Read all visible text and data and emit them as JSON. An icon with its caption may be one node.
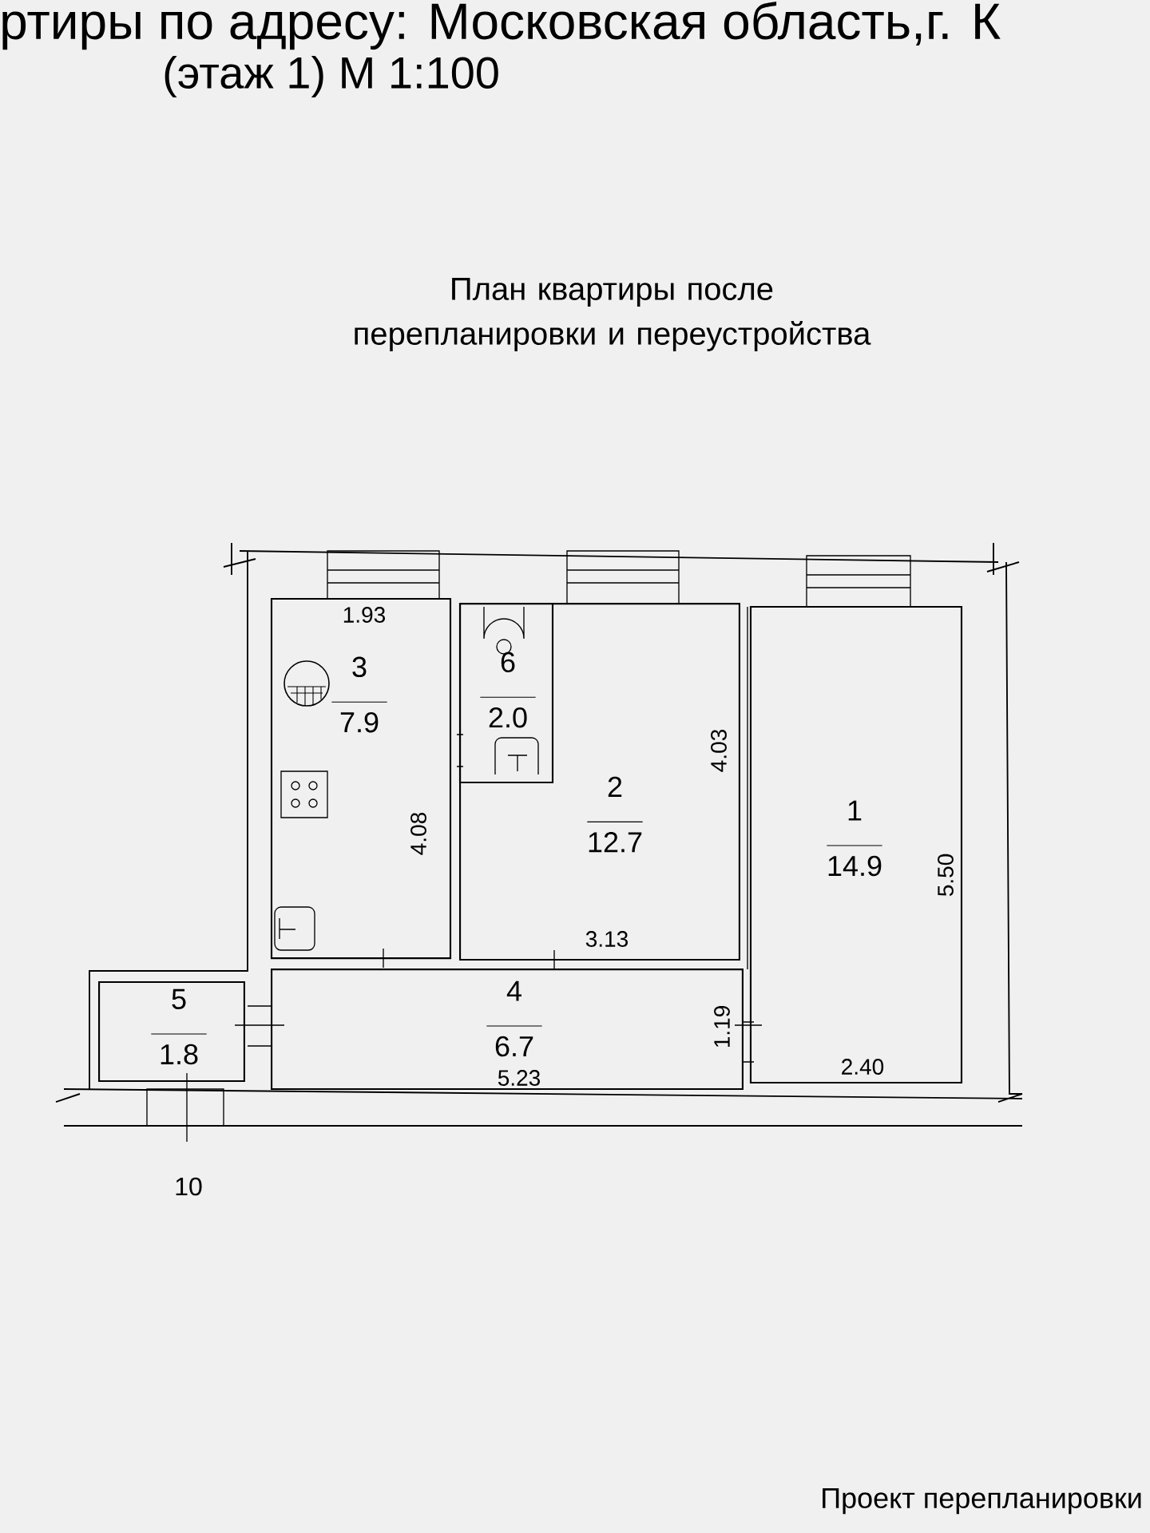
{
  "diagram": {
    "title": "План квартиры после перепланировки и переустройства",
    "nodes": [
      {
        "text": [
          "3",
          "7.9"
        ]
      },
      {
        "text": [
          "2",
          "12.7"
        ]
      },
      {
        "text": [
          "6",
          "2.0"
        ],
        "in": 1
      },
      {
        "text": [
          "1",
          "14.9"
        ]
      },
      {
        "text": [
          "5",
          "1.8"
        ]
      },
      {
        "text": [
          "4",
          "6.7"
        ]
      }
    ],
    "labels": [
      "ртиры по адресу: Московская область,г. К",
      "(этаж 1)  М 1:100",
      "1.93",
      "4.08",
      "4.03",
      "3.13",
      "5.50",
      "1.19",
      "5.23",
      "2.40",
      "10",
      "Проект перепланировки"
    ]
  }
}
